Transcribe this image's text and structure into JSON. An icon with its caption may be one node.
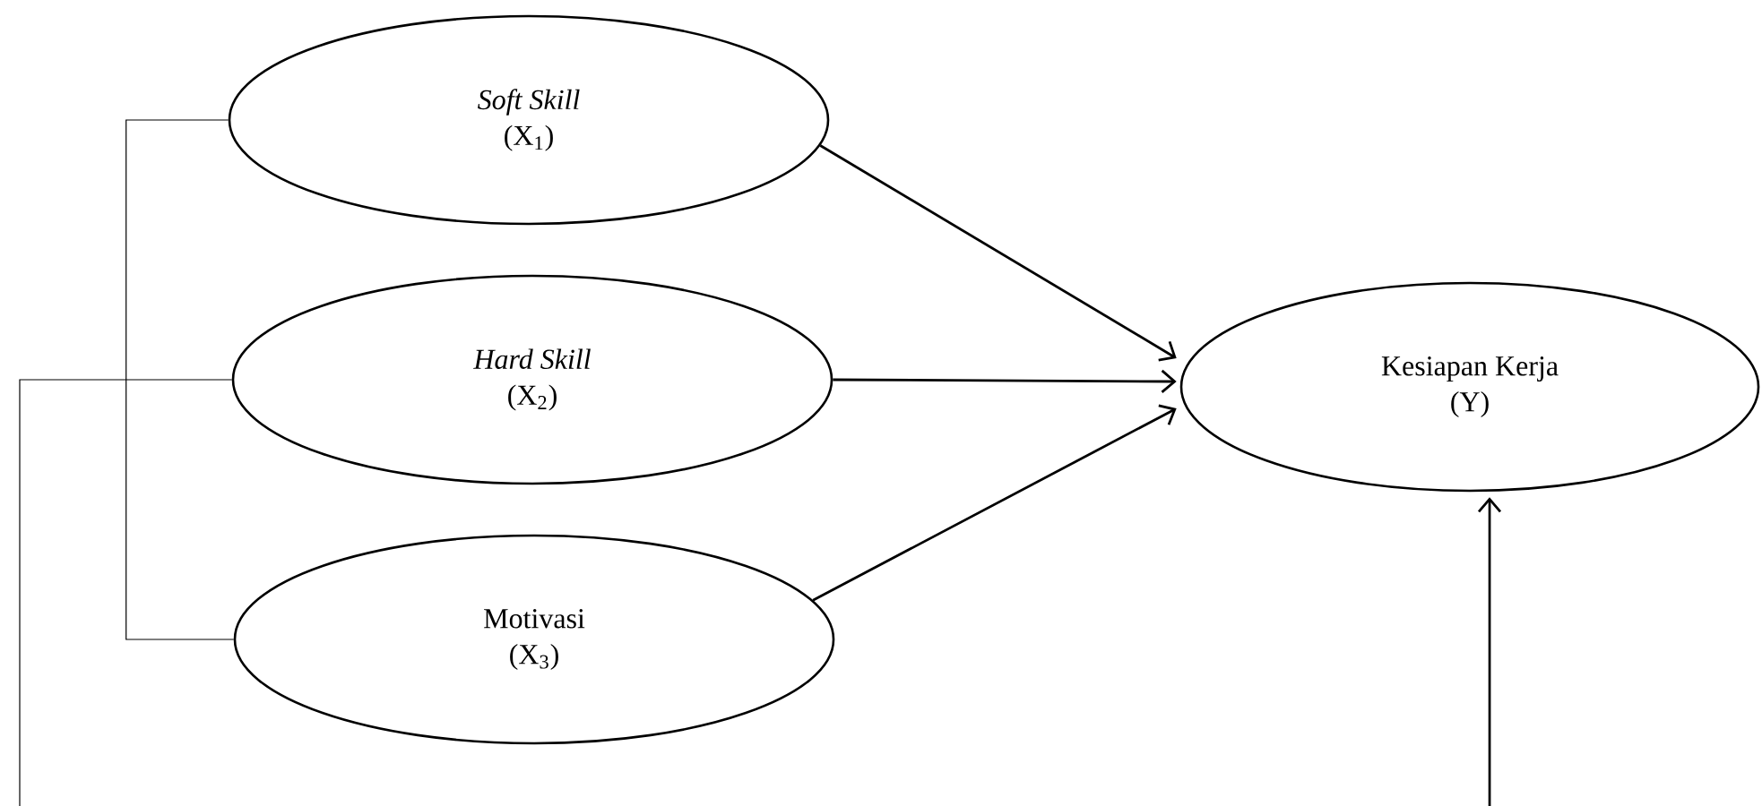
{
  "diagram": {
    "nodes": [
      {
        "text": [
          "*Soft Skill*",
          "(X$_{1}$)"
        ]
      },
      {
        "text": [
          "*Hard Skill*",
          "(X$_{2}$)"
        ]
      },
      {
        "text": [
          "Motivasi",
          "(X$_{3}$)"
        ]
      },
      {
        "text": [
          "Kesiapan Kerja",
          "(Y)"
        ]
      }
    ],
    "edges": [
      {
        "from": 0,
        "to": 3,
        "arrow": "to"
      },
      {
        "from": 1,
        "to": 3,
        "arrow": "to"
      },
      {
        "from": 2,
        "to": 3,
        "arrow": "to"
      },
      {
        "from": 0,
        "to": 2,
        "arrow": "none"
      },
      {
        "from": 1,
        "to": null,
        "arrow": "none"
      },
      {
        "from": null,
        "to": 3,
        "arrow": "to"
      }
    ]
  }
}
